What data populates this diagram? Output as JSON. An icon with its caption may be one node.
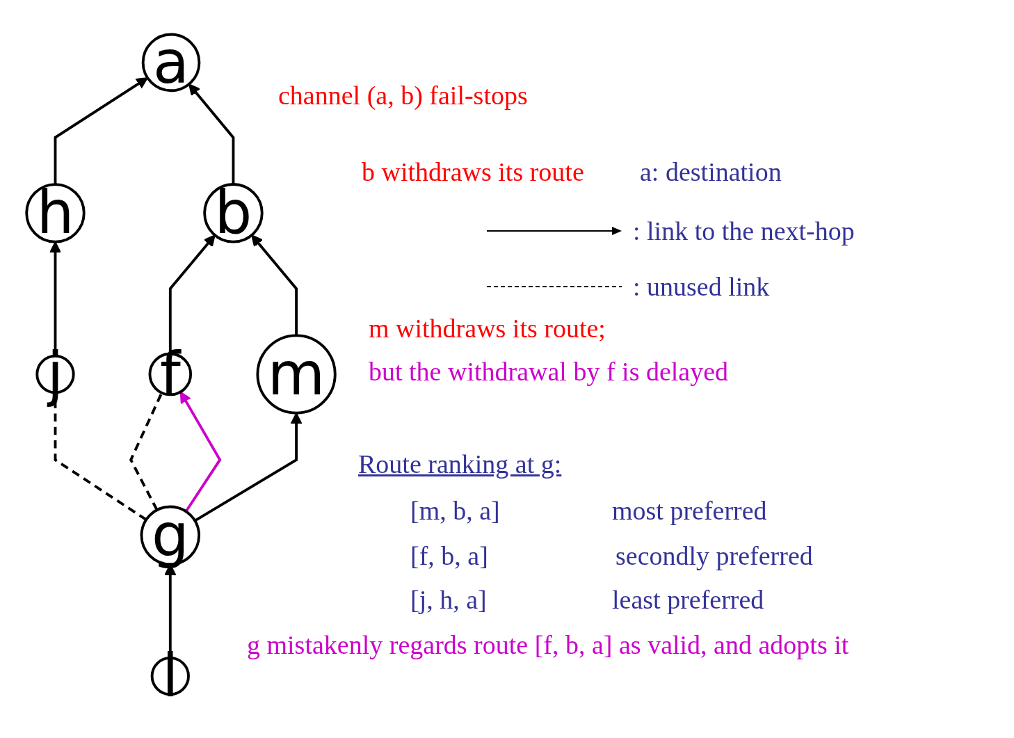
{
  "diagram": {
    "nodes": [
      {
        "text": [
          "a"
        ]
      },
      {
        "text": [
          "h"
        ]
      },
      {
        "text": [
          "b"
        ]
      },
      {
        "text": [
          "j"
        ]
      },
      {
        "text": [
          "f"
        ]
      },
      {
        "text": [
          "m"
        ]
      },
      {
        "text": [
          "g"
        ]
      },
      {
        "text": [
          "l"
        ]
      }
    ],
    "edges": [
      {
        "from": 1,
        "to": 0,
        "arrow": "to"
      },
      {
        "from": 2,
        "to": 0,
        "arrow": "to"
      },
      {
        "from": 3,
        "to": 1,
        "arrow": "to"
      },
      {
        "from": 4,
        "to": 2,
        "arrow": "to"
      },
      {
        "from": 5,
        "to": 2,
        "arrow": "to"
      },
      {
        "from": 6,
        "to": 3,
        "arrow": "none",
        "style": "dashed"
      },
      {
        "from": 6,
        "to": 4,
        "arrow": "none",
        "style": "dashed"
      },
      {
        "from": 6,
        "to": 4,
        "arrow": "to",
        "color": "#cc00cc"
      },
      {
        "from": 6,
        "to": 5,
        "arrow": "to"
      },
      {
        "from": 7,
        "to": 6,
        "arrow": "to"
      }
    ],
    "labels": [
      "channel (a, b) fail-stops",
      "b withdraws its route",
      "a: destination",
      "m withdraws its route;",
      "but the withdrawal by f is delayed",
      "Route ranking at g:",
      "[m, b, a]",
      "most preferred",
      "g mistakenly regards route [f, b, a] as valid, and adopts it",
      "[f, b, a]",
      "secondly preferred",
      "[j, h, a]",
      "least preferred"
    ],
    "legend": [
      {
        "text": ": link to the next-hop"
      },
      {
        "text": ": unused link"
      }
    ]
  }
}
